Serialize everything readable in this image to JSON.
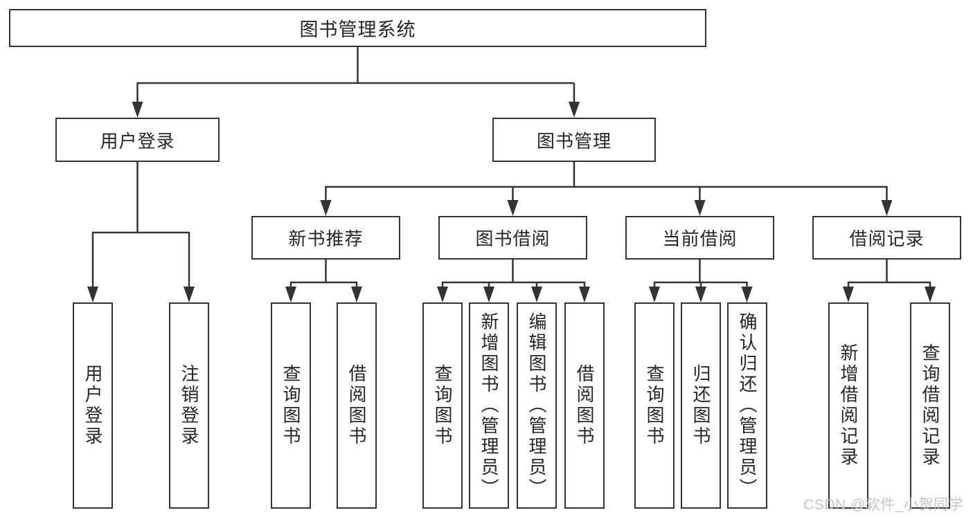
{
  "tree": {
    "root": {
      "label": "图书管理系统"
    },
    "branches": [
      {
        "label": "用户登录",
        "children": [
          {
            "label": "用户登录"
          },
          {
            "label": "注销登录"
          }
        ]
      },
      {
        "label": "图书管理",
        "groups": [
          {
            "label": "新书推荐",
            "children": [
              {
                "label": "查询图书"
              },
              {
                "label": "借阅图书"
              }
            ]
          },
          {
            "label": "图书借阅",
            "children": [
              {
                "label": "查询图书"
              },
              {
                "label": "新增图书（管理员）"
              },
              {
                "label": "编辑图书（管理员）"
              },
              {
                "label": "借阅图书"
              }
            ]
          },
          {
            "label": "当前借阅",
            "children": [
              {
                "label": "查询图书"
              },
              {
                "label": "归还图书"
              },
              {
                "label": "确认归还（管理员）"
              }
            ]
          },
          {
            "label": "借阅记录",
            "children": [
              {
                "label": "新增借阅记录"
              },
              {
                "label": "查询借阅记录"
              }
            ]
          }
        ]
      }
    ]
  },
  "watermark": "CSDN @软件_小贺同学",
  "colors": {
    "line": "#333333",
    "box_border": "#333333",
    "text": "#262626",
    "watermark": "#c1c1c1",
    "background": "#ffffff"
  }
}
